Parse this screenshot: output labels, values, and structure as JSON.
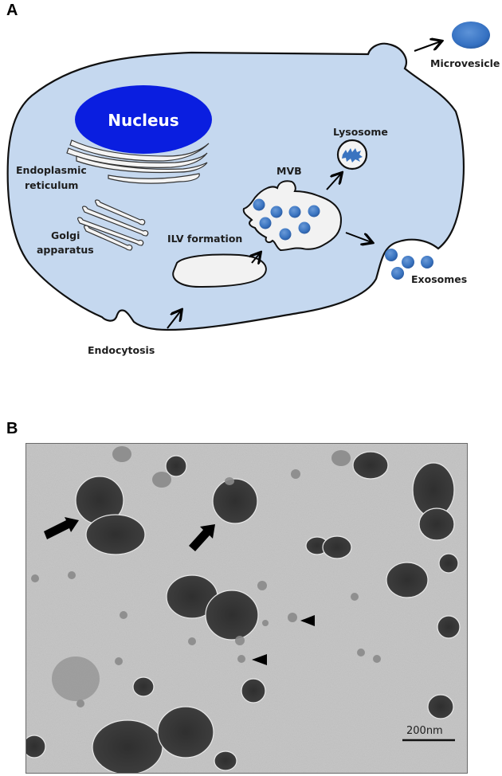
{
  "panels": {
    "a": {
      "label": "A",
      "nucleus": "Nucleus",
      "er": [
        "Endoplasmic",
        "reticulum"
      ],
      "golgi": [
        "Golgi",
        "apparatus"
      ],
      "ilv": "ILV formation",
      "mvb": "MVB",
      "lysosome": "Lysosome",
      "microvesicle": "Microvesicle",
      "exosomes": "Exosomes",
      "endocytosis": "Endocytosis"
    },
    "b": {
      "label": "B",
      "scale_bar": "200nm"
    }
  },
  "colors": {
    "cytoplasm": "#c5d8ef",
    "nucleus": "#0a1ee0",
    "vesicle": "#3a74c0",
    "organelle_fill": "#f2f2f2",
    "em_background": "#c6c6c6"
  }
}
